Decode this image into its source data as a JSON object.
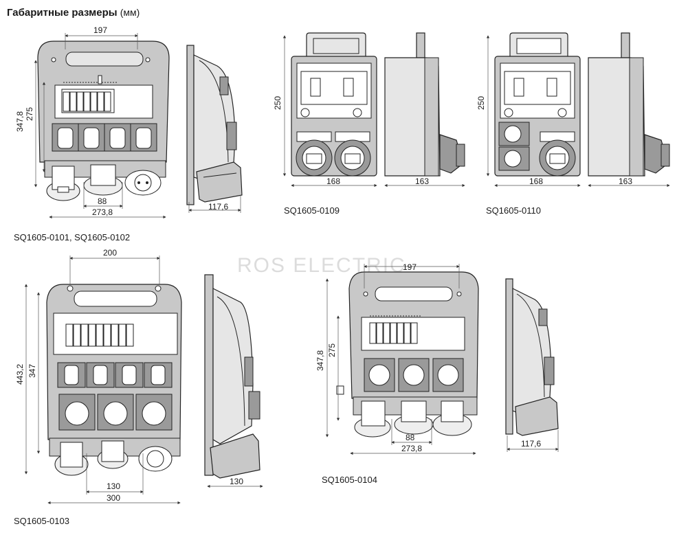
{
  "heading": {
    "title": "Габаритные размеры",
    "unit": "(мм)"
  },
  "watermark": "ROS ELECTRIC",
  "models": [
    {
      "id": "m1",
      "caption": "SQ1605-0101, SQ1605-0102",
      "dims": {
        "top_width": "197",
        "height_outer": "347,8",
        "height_inner": "275",
        "width_total": "273,8",
        "socket_spacing": "88",
        "depth": "117,6"
      }
    },
    {
      "id": "m2",
      "caption": "SQ1605-0109",
      "dims": {
        "height": "250",
        "width": "168",
        "depth": "163"
      }
    },
    {
      "id": "m3",
      "caption": "SQ1605-0110",
      "dims": {
        "height": "250",
        "width": "168",
        "depth": "163"
      }
    },
    {
      "id": "m4",
      "caption": "SQ1605-0103",
      "dims": {
        "top_width": "200",
        "height_outer": "443,2",
        "height_inner": "347",
        "socket_spacing": "130",
        "width_total": "300",
        "depth": "130"
      }
    },
    {
      "id": "m5",
      "caption": "SQ1605-0104",
      "dims": {
        "top_width": "197",
        "height_outer": "347,8",
        "height_inner": "275",
        "socket_spacing": "88",
        "width_total": "273,8",
        "depth": "117,6"
      }
    }
  ]
}
